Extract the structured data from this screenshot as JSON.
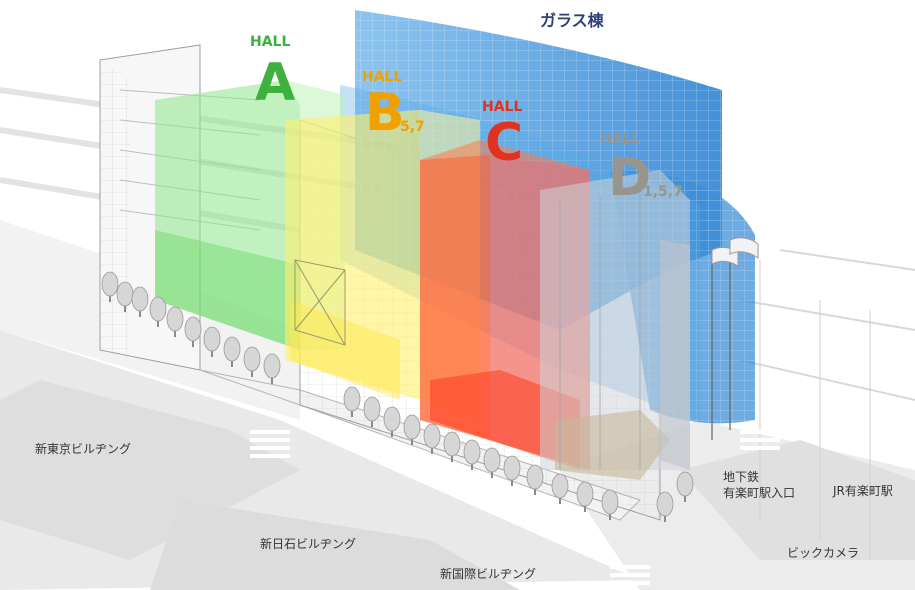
{
  "glass_building": {
    "label": "ガラス棟",
    "color": "#3d8fd8"
  },
  "halls": {
    "a": {
      "word": "HALL",
      "letter": "A",
      "floors": "",
      "color": "#3db03d"
    },
    "b": {
      "word": "HALL",
      "letter": "B",
      "floors": "5,7",
      "color": "#f0a000"
    },
    "c": {
      "word": "HALL",
      "letter": "C",
      "floors": "",
      "color": "#e0321e"
    },
    "d": {
      "word": "HALL",
      "letter": "D",
      "floors": "1,5,7",
      "color": "#9a958c"
    }
  },
  "places": {
    "shin_tokyo": "新東京ビルヂング",
    "shin_nisseki": "新日石ビルヂング",
    "shin_kokusai": "新国際ビルヂング",
    "subway": [
      "地下鉄",
      "有楽町駅入口"
    ],
    "jr": "JR有楽町駅",
    "bic": "ビックカメラ"
  }
}
